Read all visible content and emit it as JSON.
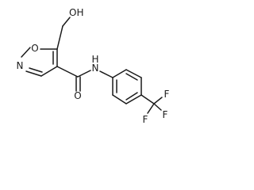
{
  "molecule": {
    "atoms": {
      "hydroxyl": "OH",
      "ring_oxygen": "O",
      "ring_nitrogen": "N",
      "carbonyl_oxygen": "O",
      "amide_nitrogen": "N",
      "amide_hydrogen": "H",
      "fluorine_1": "F",
      "fluorine_2": "F",
      "fluorine_3": "F"
    }
  }
}
